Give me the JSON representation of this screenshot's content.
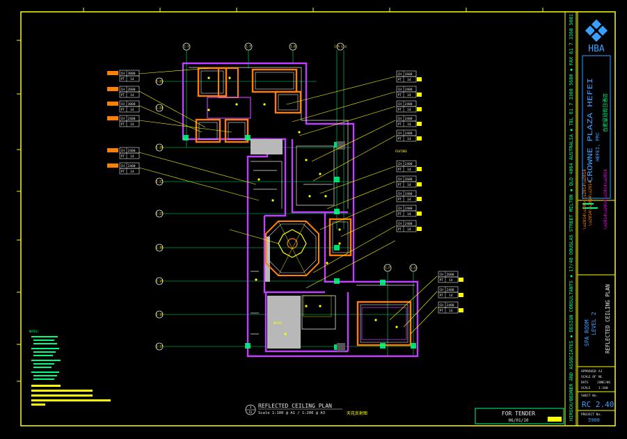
{
  "title_block": {
    "firm_vertical": "HIRSCH/BEDNER AND ASSOCIATES ▪ DESIGN CONSULTANTS ▪ 17/48 DOUGLAS STREET MILTON ▪ QLD 4064 AUSTRALIA ▪ TEL 61 7 3368 5680 ▪ FAX 61 7 3368 5681",
    "logo_text": "HBA",
    "project_name": "CROWNE PLAZA HEFEI",
    "project_sub": "HEFEI, PRC",
    "project_cn": "合肥皇冠假日酒店",
    "room": "SPA ROOM",
    "level": "LEVEL 2",
    "drawing_title": "REFLECTED CEILING PLAN",
    "sheet_label": "SHEET No.",
    "sheet_no": "RC 2.40",
    "project_label": "PROJECT No.",
    "project_no": "5908",
    "approved_label": "APPROVED",
    "approved_val": "AJ",
    "scale_label": "SCALE OF",
    "scale_val": "NL",
    "date_label": "DATE",
    "date_val": "JUNE/06",
    "size_label": "SCALE",
    "size_val": "1:100",
    "status": "FOR TENDER",
    "status_date": "06/01/10"
  },
  "plan_caption": {
    "title": "REFLECTED CEILING PLAN",
    "scale": "Scale 1:100 @ A1 / 1:200 @ A3",
    "title_cn": "天花反射图",
    "marker": "1",
    "marker_sheet": "A1"
  },
  "grid_labels_top": [
    "1-Y",
    "1-T",
    "1-B",
    "1-R 1-Q"
  ],
  "grid_labels_left": [
    "1-20",
    "1-24",
    "1-28",
    "1-22",
    "1-21",
    "1-30",
    "1-18",
    "1-16",
    "1-17"
  ],
  "grid_labels_right": [
    "1-F",
    "1-G"
  ],
  "ceiling_tags_left": [
    {
      "ch": "CH 3000",
      "pt": "PT",
      "n": "14"
    },
    {
      "ch": "CH 2600",
      "pt": "PT",
      "n": "14"
    },
    {
      "ch": "CH 3000",
      "pt": "PT",
      "n": "14"
    },
    {
      "ch": "CH 2400",
      "pt": "PT",
      "n": "14"
    },
    {
      "ch": "CH 2400",
      "pt": "PT",
      "n": "14"
    },
    {
      "ch": "CH 2400",
      "pt": "PT",
      "n": "14"
    }
  ],
  "ceiling_tags_right": [
    {
      "ch": "CH 2600",
      "pt": "PT",
      "n": "14"
    },
    {
      "ch": "CH 2400",
      "pt": "PT",
      "n": "14"
    },
    {
      "ch": "CH 2400",
      "pt": "PT",
      "n": "14"
    },
    {
      "ch": "CH 2400",
      "pt": "PT",
      "n": "14"
    },
    {
      "ch": "CH 2400",
      "pt": "PT",
      "n": "14"
    },
    {
      "ch": "CH 2400",
      "pt": "PT",
      "n": "14"
    },
    {
      "ch": "CH 2600",
      "pt": "PT",
      "n": "14"
    },
    {
      "ch": "CH 2400",
      "pt": "PT",
      "n": "14"
    },
    {
      "ch": "CH 2400",
      "pt": "PT",
      "n": "14"
    },
    {
      "ch": "CH 2400",
      "pt": "PT",
      "n": "14"
    },
    {
      "ch": "CH 2600",
      "pt": "PT",
      "n": "14"
    },
    {
      "ch": "CH 2400",
      "pt": "PT",
      "n": "14"
    },
    {
      "ch": "CH 2400",
      "pt": "PT",
      "n": "14"
    }
  ],
  "notes_header": "NOTES:",
  "room_notes": [
    "RECEP.",
    "FEATURE"
  ],
  "colors": {
    "frame": "#ffff00",
    "wall": "#c040ff",
    "orange": "#ff8000",
    "green": "#00ff80",
    "cyan": "#00c0ff",
    "white": "#e8e8e8"
  }
}
